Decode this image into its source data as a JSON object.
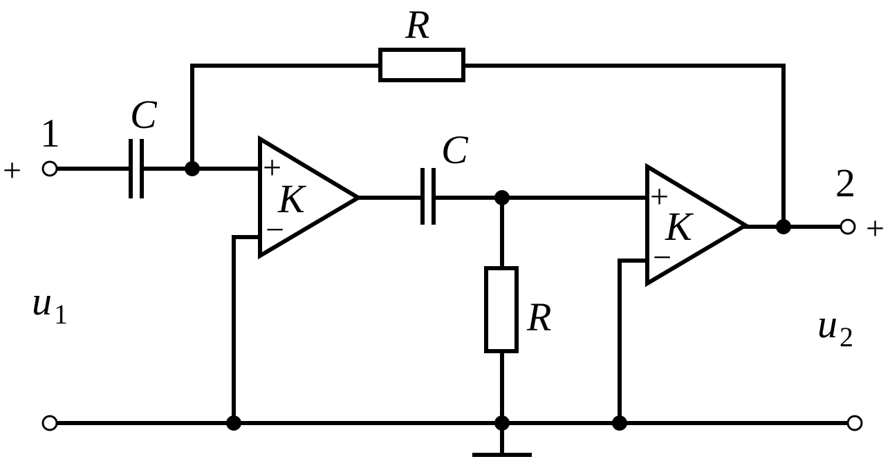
{
  "components": {
    "resistor_feedback": "R",
    "resistor_shunt": "R",
    "capacitor_input": "C",
    "capacitor_coupling": "C",
    "amplifier_1": "K",
    "amplifier_2": "K"
  },
  "terminals": {
    "input_number": "1",
    "output_number": "2",
    "input_sign": "+",
    "output_sign": "+"
  },
  "voltages": {
    "input_var": "u",
    "input_sub": "1",
    "output_var": "u",
    "output_sub": "2"
  },
  "opamp_signs": {
    "plus": "+",
    "minus": "−"
  }
}
